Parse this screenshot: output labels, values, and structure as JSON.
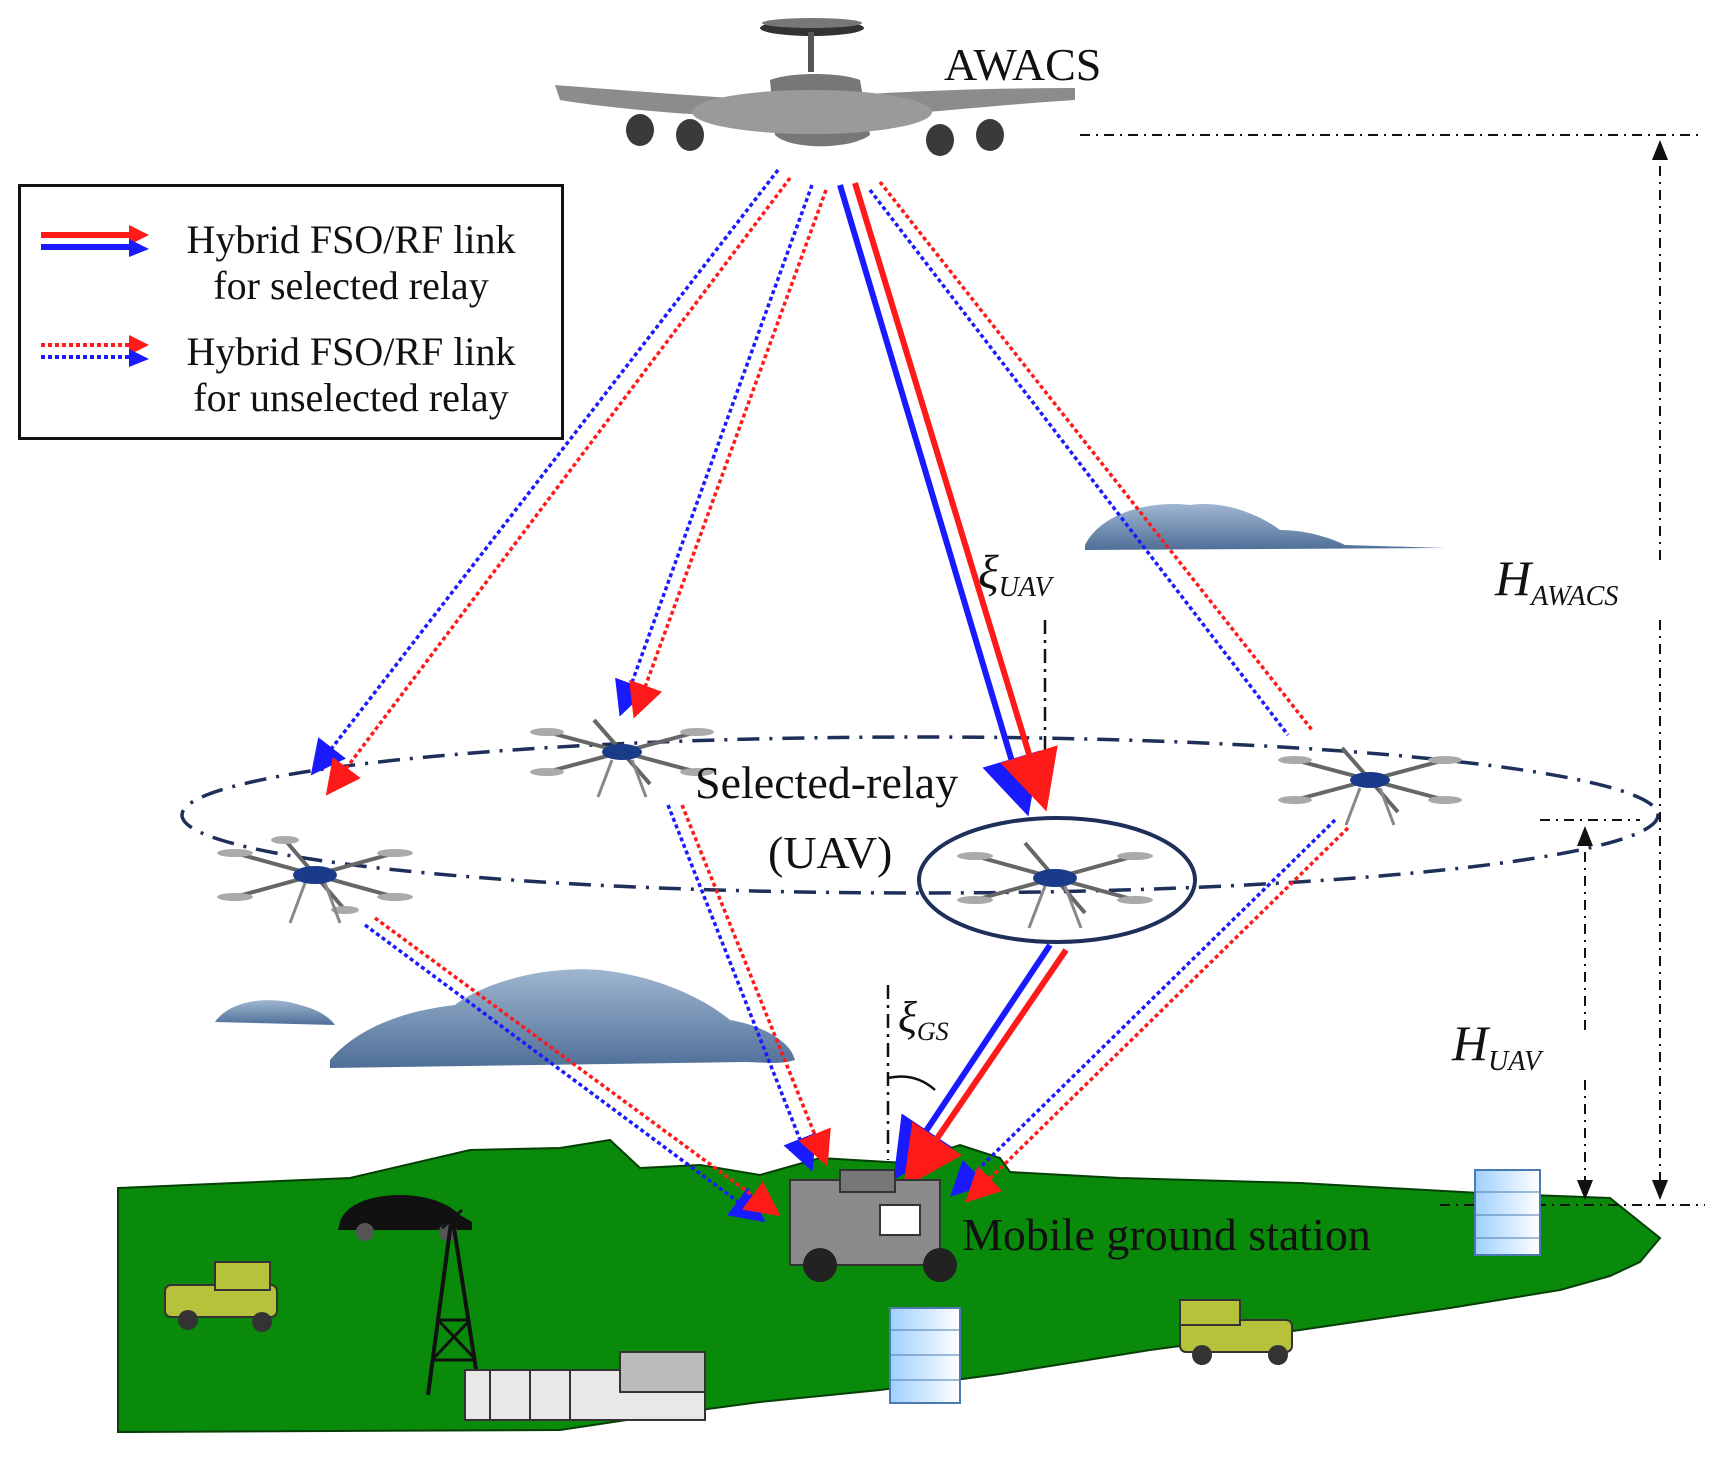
{
  "aircraft_label": "AWACS",
  "legend": {
    "selected": {
      "line1": "Hybrid FSO/RF link",
      "line2": "for selected relay"
    },
    "unselected": {
      "line1": "Hybrid FSO/RF link",
      "line2": "for unselected relay"
    }
  },
  "selected_relay": {
    "line1": "Selected-relay",
    "line2": "(UAV)"
  },
  "angles": {
    "uav": {
      "symbol": "ξ",
      "subscript": "UAV"
    },
    "gs": {
      "symbol": "ξ",
      "subscript": "GS"
    }
  },
  "heights": {
    "awacs": {
      "symbol": "H",
      "subscript": "AWACS"
    },
    "uav": {
      "symbol": "H",
      "subscript": "UAV"
    }
  },
  "ground_station_label": "Mobile ground station",
  "colors": {
    "fso": "#ff1a1a",
    "rf": "#1a1aff",
    "ground": "#0a8a0a",
    "orbit": "#1e2f5a",
    "cloud": "#5b7fa8"
  }
}
